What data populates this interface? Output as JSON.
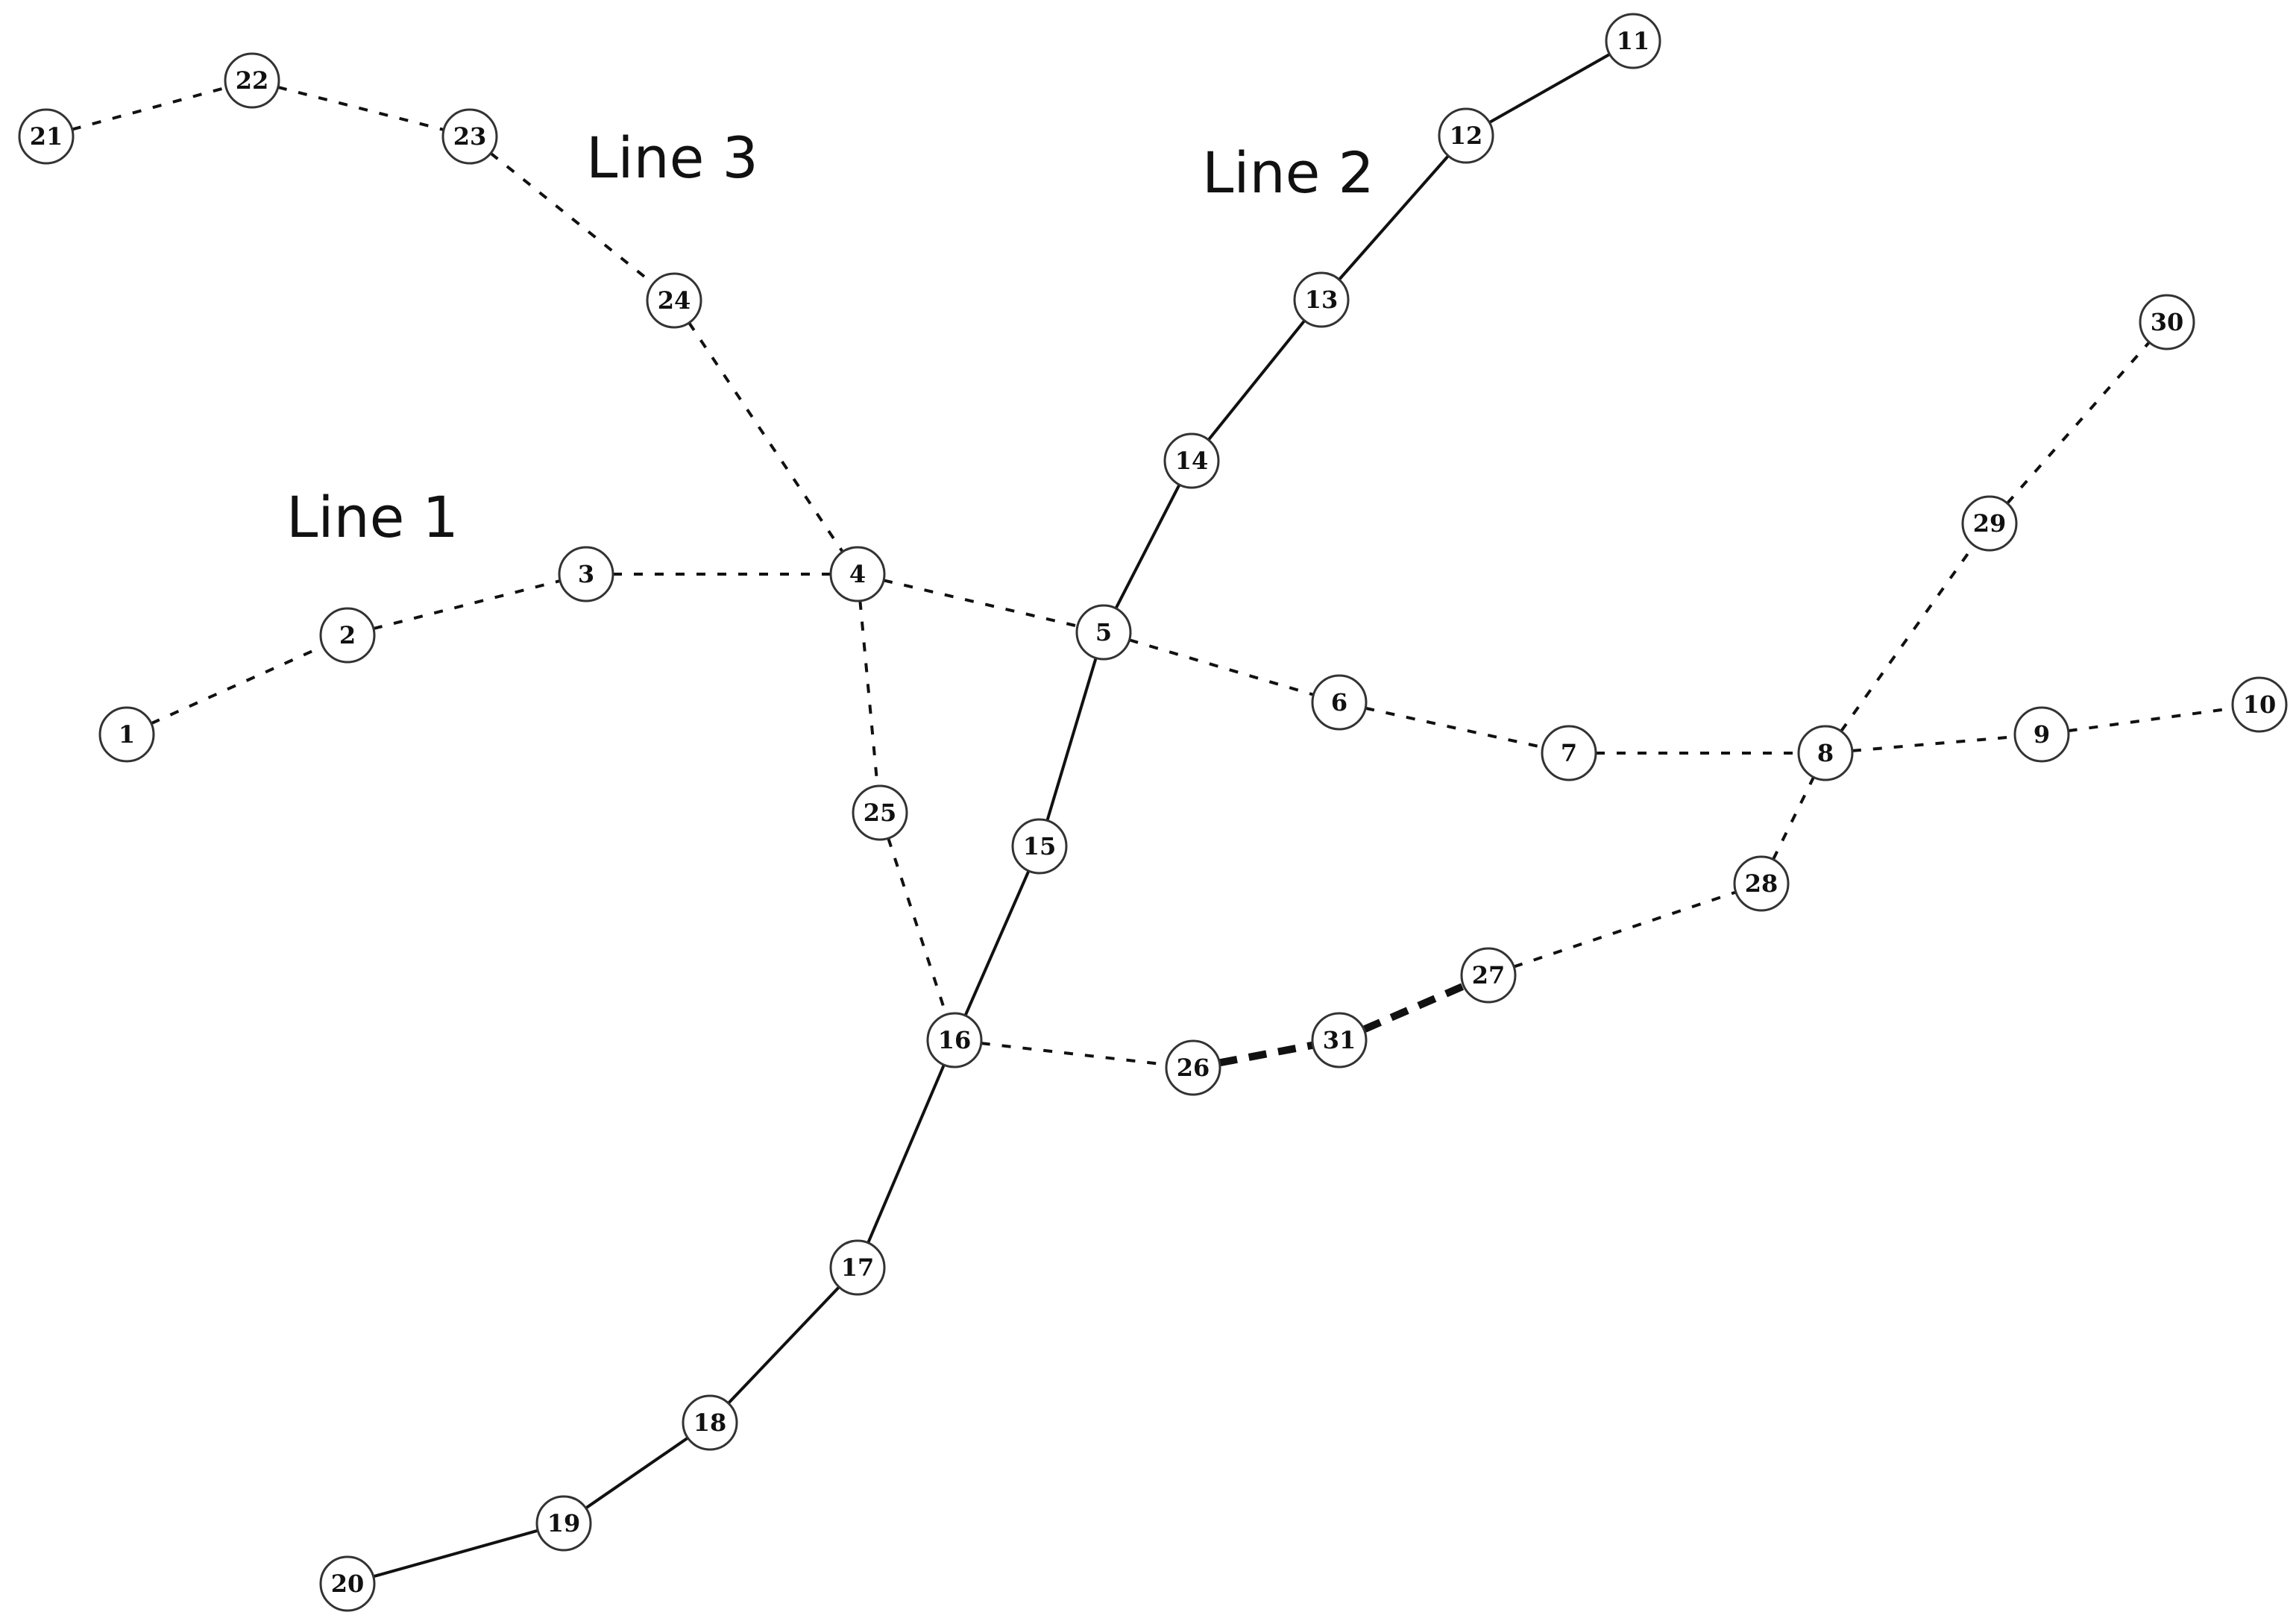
{
  "labels": {
    "line1": "Line 1",
    "line2": "Line 2",
    "line3": "Line 3"
  },
  "nodes": [
    "1",
    "2",
    "3",
    "4",
    "5",
    "6",
    "7",
    "8",
    "9",
    "10",
    "11",
    "12",
    "13",
    "14",
    "15",
    "16",
    "17",
    "18",
    "19",
    "20",
    "21",
    "22",
    "23",
    "24",
    "25",
    "26",
    "27",
    "28",
    "29",
    "30",
    "31"
  ],
  "edges": [
    {
      "from": "1",
      "to": "2",
      "style": "dashed"
    },
    {
      "from": "2",
      "to": "3",
      "style": "dashed"
    },
    {
      "from": "3",
      "to": "4",
      "style": "dashed"
    },
    {
      "from": "4",
      "to": "5",
      "style": "dashed"
    },
    {
      "from": "5",
      "to": "6",
      "style": "dashed"
    },
    {
      "from": "6",
      "to": "7",
      "style": "dashed"
    },
    {
      "from": "7",
      "to": "8",
      "style": "dashed"
    },
    {
      "from": "8",
      "to": "9",
      "style": "dashed"
    },
    {
      "from": "9",
      "to": "10",
      "style": "dashed"
    },
    {
      "from": "11",
      "to": "12",
      "style": "solid"
    },
    {
      "from": "12",
      "to": "13",
      "style": "solid"
    },
    {
      "from": "13",
      "to": "14",
      "style": "solid"
    },
    {
      "from": "14",
      "to": "5",
      "style": "solid"
    },
    {
      "from": "5",
      "to": "15",
      "style": "solid"
    },
    {
      "from": "15",
      "to": "16",
      "style": "solid"
    },
    {
      "from": "16",
      "to": "17",
      "style": "solid"
    },
    {
      "from": "17",
      "to": "18",
      "style": "solid"
    },
    {
      "from": "18",
      "to": "19",
      "style": "solid"
    },
    {
      "from": "19",
      "to": "20",
      "style": "solid"
    },
    {
      "from": "21",
      "to": "22",
      "style": "dashed"
    },
    {
      "from": "22",
      "to": "23",
      "style": "dashed"
    },
    {
      "from": "23",
      "to": "24",
      "style": "dashed"
    },
    {
      "from": "24",
      "to": "4",
      "style": "dashed"
    },
    {
      "from": "4",
      "to": "25",
      "style": "dashed"
    },
    {
      "from": "25",
      "to": "16",
      "style": "dashed"
    },
    {
      "from": "16",
      "to": "26",
      "style": "dashed"
    },
    {
      "from": "26",
      "to": "31",
      "style": "bold-dashed"
    },
    {
      "from": "31",
      "to": "27",
      "style": "bold-dashed"
    },
    {
      "from": "27",
      "to": "28",
      "style": "dashed"
    },
    {
      "from": "28",
      "to": "8",
      "style": "dashed"
    },
    {
      "from": "8",
      "to": "29",
      "style": "dashed"
    },
    {
      "from": "29",
      "to": "30",
      "style": "dashed"
    }
  ]
}
